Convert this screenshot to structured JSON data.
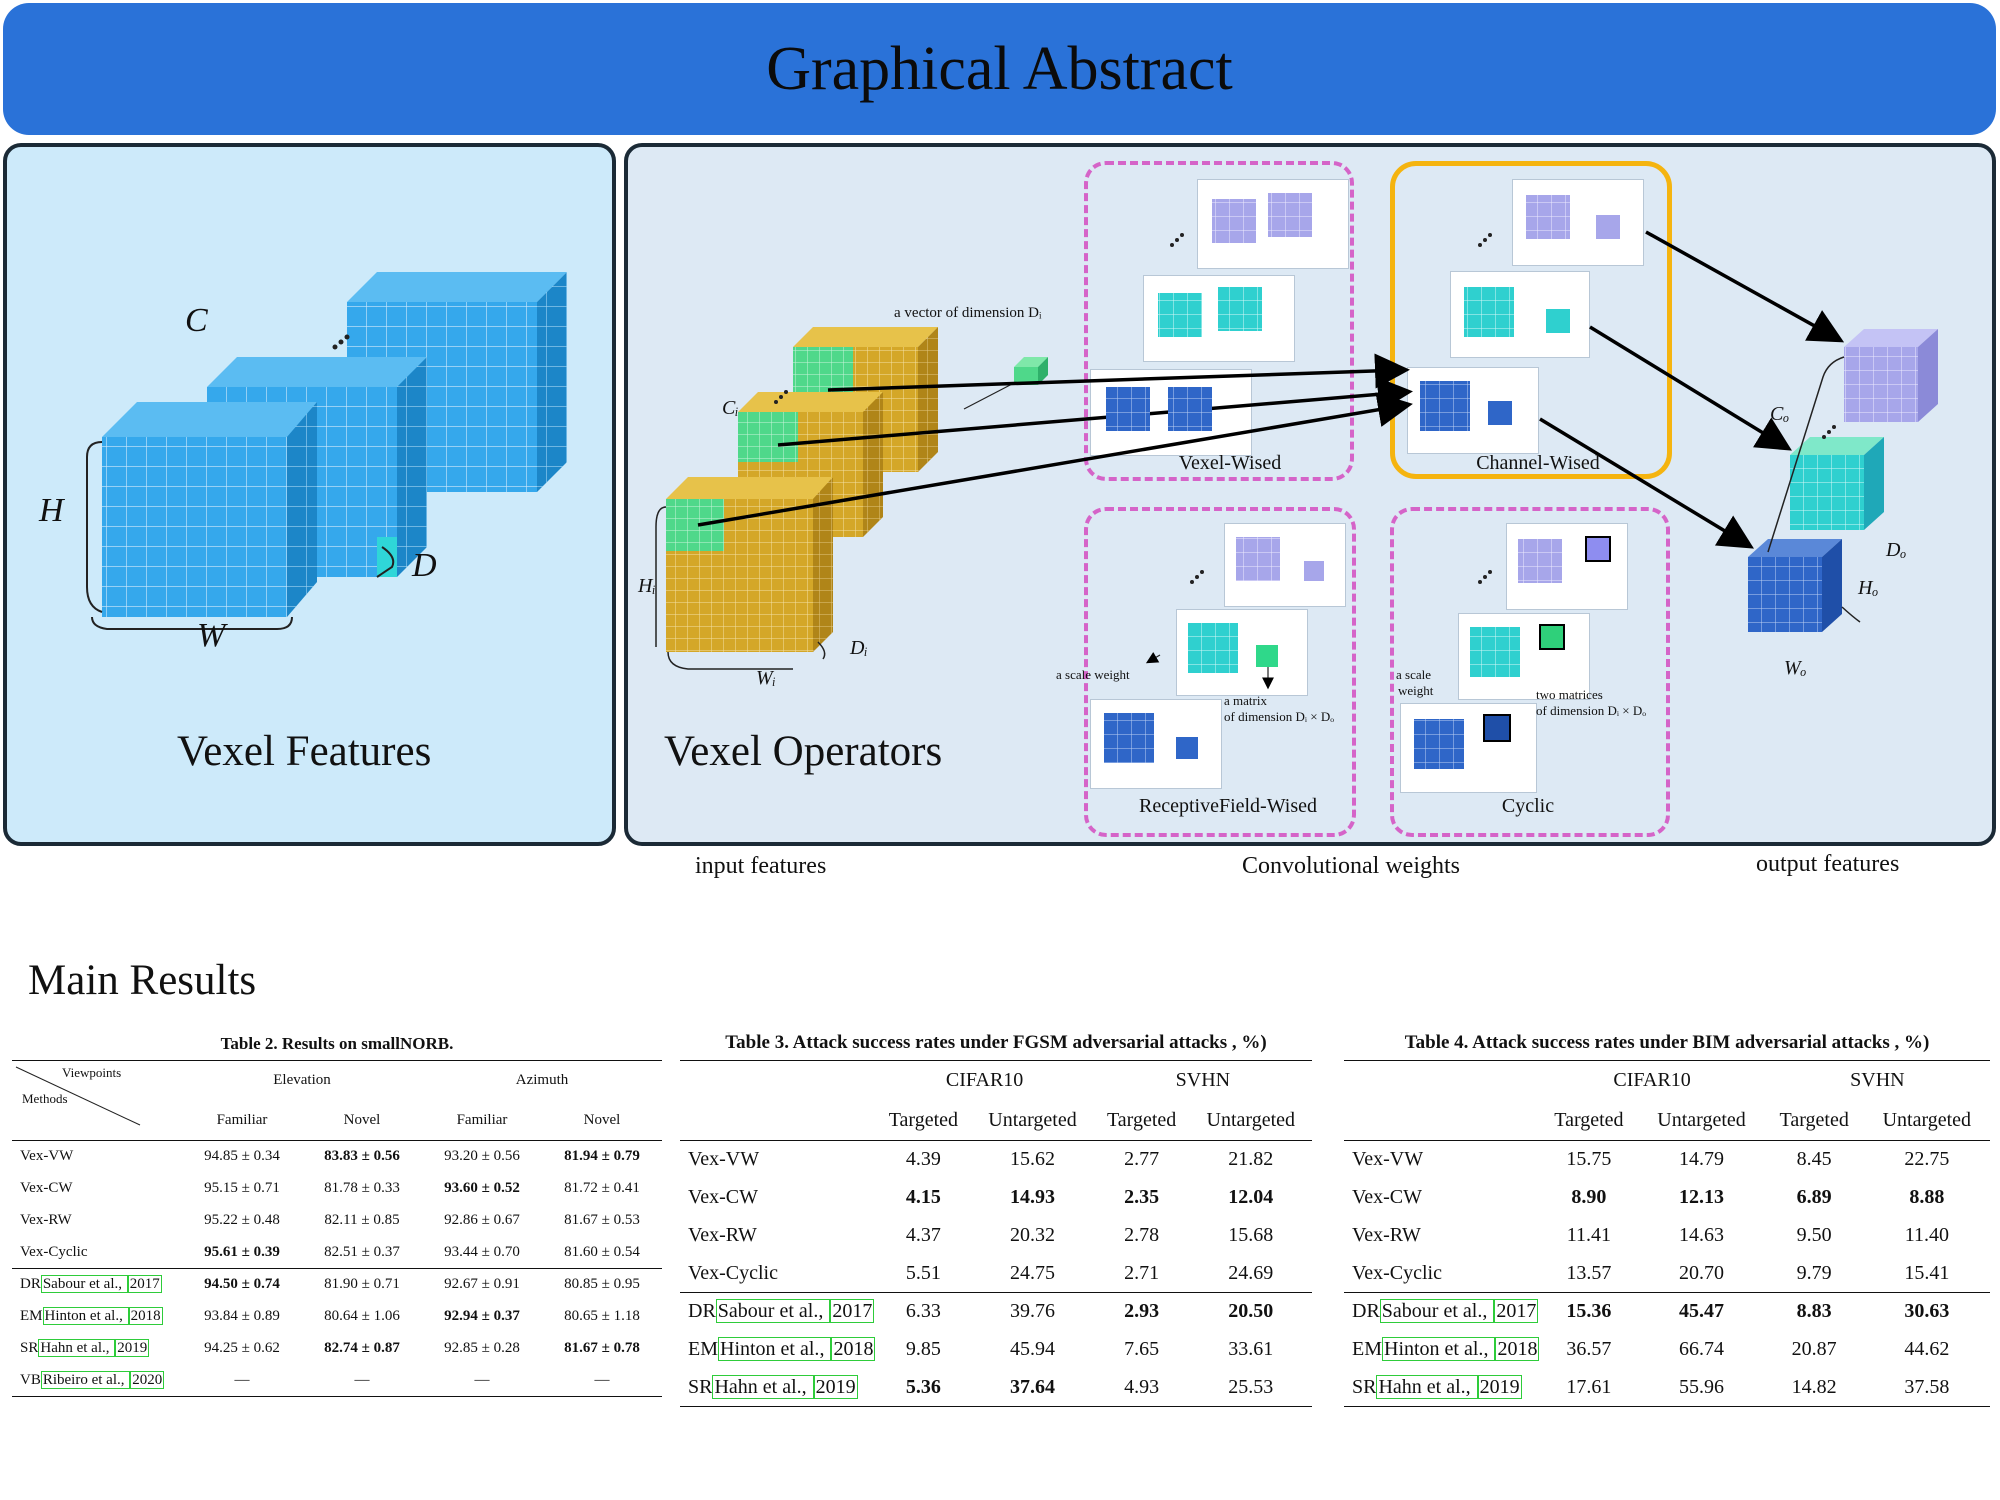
{
  "banner_title": "Graphical Abstract",
  "left_panel": {
    "title": "Vexel Features",
    "labels": {
      "c": "C",
      "h": "H",
      "w": "W",
      "d": "D"
    }
  },
  "right_panel": {
    "title": "Vexel Operators",
    "input_labels": {
      "ci": "Cᵢ",
      "hi": "Hᵢ",
      "wi": "Wᵢ",
      "di": "Dᵢ"
    },
    "vector_note": "a vector of dimension Dᵢ",
    "ops": {
      "vexel": "Vexel-Wised",
      "channel": "Channel-Wised",
      "receptive": "ReceptiveField-Wised",
      "cyclic": "Cyclic"
    },
    "annotations": {
      "scale_weight_rf": "a scale weight",
      "matrix_line1": "a matrix",
      "matrix_line2": "of dimension Dᵢ × Dₒ",
      "scale_weight_cy_1": "a scale",
      "scale_weight_cy_2": "weight",
      "two_matrices_1": "two matrices",
      "two_matrices_2": "of dimension Dᵢ × Dₒ"
    },
    "output_labels": {
      "co": "Cₒ",
      "ho": "Hₒ",
      "wo": "Wₒ",
      "do": "Dₒ"
    }
  },
  "captions": {
    "input": "input features",
    "weights": "Convolutional weights",
    "output": "output features"
  },
  "main_results_title": "Main Results",
  "table2": {
    "caption": "Table 2. Results on smallNORB.",
    "diag_top": "Viewpoints",
    "diag_bottom": "Methods",
    "groups": [
      "Elevation",
      "Azimuth"
    ],
    "subheaders": [
      "Familiar",
      "Novel",
      "Familiar",
      "Novel"
    ],
    "rows_a": [
      {
        "m": "Vex-VW",
        "c": [
          "94.85 ± 0.34",
          "83.83 ± 0.56",
          "93.20 ± 0.56",
          "81.94 ± 0.79"
        ]
      },
      {
        "m": "Vex-CW",
        "c": [
          "95.15 ± 0.71",
          "81.78 ± 0.33",
          "93.60 ± 0.52",
          "81.72 ± 0.41"
        ]
      },
      {
        "m": "Vex-RW",
        "c": [
          "95.22 ± 0.48",
          "82.11 ± 0.85",
          "92.86 ± 0.67",
          "81.67 ± 0.53"
        ]
      },
      {
        "m": "Vex-Cyclic",
        "c": [
          "95.61 ± 0.39",
          "82.51 ± 0.37",
          "93.44 ± 0.70",
          "81.60 ± 0.54"
        ]
      }
    ],
    "rows_b": [
      {
        "p": "DR",
        "a": "Sabour et al.",
        "y": "2017",
        "c": [
          "94.50 ± 0.74",
          "81.90 ± 0.71",
          "92.67 ± 0.91",
          "80.85 ± 0.95"
        ]
      },
      {
        "p": "EM",
        "a": "Hinton et al.",
        "y": "2018",
        "c": [
          "93.84 ± 0.89",
          "80.64 ± 1.06",
          "92.94 ± 0.37",
          "80.65 ± 1.18"
        ]
      },
      {
        "p": "SR",
        "a": "Hahn et al.",
        "y": "2019",
        "c": [
          "94.25 ± 0.62",
          "82.74 ± 0.87",
          "92.85 ± 0.28",
          "81.67 ± 0.78"
        ]
      },
      {
        "p": "VB",
        "a": "Ribeiro et al.",
        "y": "2020",
        "c": [
          "—",
          "—",
          "—",
          "—"
        ]
      }
    ]
  },
  "table3": {
    "caption": "Table 3. Attack success rates under FGSM adversarial attacks , %)",
    "groups": [
      "CIFAR10",
      "SVHN"
    ],
    "subheaders": [
      "Targeted",
      "Untargeted",
      "Targeted",
      "Untargeted"
    ],
    "rows_a": [
      {
        "m": "Vex-VW",
        "c": [
          "4.39",
          "15.62",
          "2.77",
          "21.82"
        ]
      },
      {
        "m": "Vex-CW",
        "c": [
          "4.15",
          "14.93",
          "2.35",
          "12.04"
        ]
      },
      {
        "m": "Vex-RW",
        "c": [
          "4.37",
          "20.32",
          "2.78",
          "15.68"
        ]
      },
      {
        "m": "Vex-Cyclic",
        "c": [
          "5.51",
          "24.75",
          "2.71",
          "24.69"
        ]
      }
    ],
    "rows_b": [
      {
        "p": "DR",
        "a": "Sabour et al.",
        "y": "2017",
        "c": [
          "6.33",
          "39.76",
          "2.93",
          "20.50"
        ]
      },
      {
        "p": "EM",
        "a": "Hinton et al.",
        "y": "2018",
        "c": [
          "9.85",
          "45.94",
          "7.65",
          "33.61"
        ]
      },
      {
        "p": "SR",
        "a": "Hahn et al.",
        "y": "2019",
        "c": [
          "5.36",
          "37.64",
          "4.93",
          "25.53"
        ]
      }
    ]
  },
  "table4": {
    "caption": "Table 4. Attack success rates under BIM adversarial attacks , %)",
    "groups": [
      "CIFAR10",
      "SVHN"
    ],
    "subheaders": [
      "Targeted",
      "Untargeted",
      "Targeted",
      "Untargeted"
    ],
    "rows_a": [
      {
        "m": "Vex-VW",
        "c": [
          "15.75",
          "14.79",
          "8.45",
          "22.75"
        ]
      },
      {
        "m": "Vex-CW",
        "c": [
          "8.90",
          "12.13",
          "6.89",
          "8.88"
        ]
      },
      {
        "m": "Vex-RW",
        "c": [
          "11.41",
          "14.63",
          "9.50",
          "11.40"
        ]
      },
      {
        "m": "Vex-Cyclic",
        "c": [
          "13.57",
          "20.70",
          "9.79",
          "15.41"
        ]
      }
    ],
    "rows_b": [
      {
        "p": "DR",
        "a": "Sabour et al.",
        "y": "2017",
        "c": [
          "15.36",
          "45.47",
          "8.83",
          "30.63"
        ]
      },
      {
        "p": "EM",
        "a": "Hinton et al.",
        "y": "2018",
        "c": [
          "36.57",
          "66.74",
          "20.87",
          "44.62"
        ]
      },
      {
        "p": "SR",
        "a": "Hahn et al.",
        "y": "2019",
        "c": [
          "17.61",
          "55.96",
          "14.82",
          "37.58"
        ]
      }
    ]
  }
}
